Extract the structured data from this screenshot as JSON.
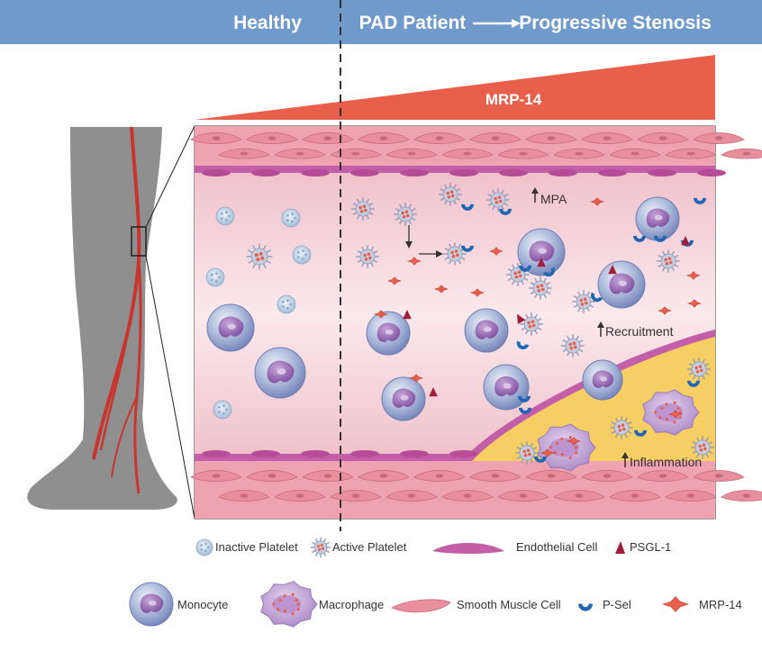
{
  "header": {
    "healthy_label": "Healthy",
    "pad_label": "PAD Patient",
    "stenosis_label": "Progressive Stenosis"
  },
  "gradient_label": "MRP-14",
  "annotations": {
    "mpa": "MPA",
    "recruitment": "Recruitment",
    "inflammation": "Inflammation"
  },
  "legend": {
    "inactive_platelet": "Inactive Platelet",
    "active_platelet": "Active Platelet",
    "endothelial_cell": "Endothelial Cell",
    "psgl1": "PSGL-1",
    "monocyte": "Monocyte",
    "macrophage": "Macrophage",
    "smooth_muscle_cell": "Smooth Muscle Cell",
    "psel": "P-Sel",
    "mrp14": "MRP-14"
  },
  "colors": {
    "header_blue": "#6F9ACB",
    "mrp_red": "#E8604C",
    "vessel_wall": "#EFA2AF",
    "lumen": "#F6D5DA",
    "endothelium": "#C25FA8",
    "plaque": "#F6CE63",
    "leg_gray": "#8A8A8A",
    "artery_red": "#C8342E",
    "psel_blue": "#2167B4",
    "psgl_red": "#A11E3B"
  }
}
